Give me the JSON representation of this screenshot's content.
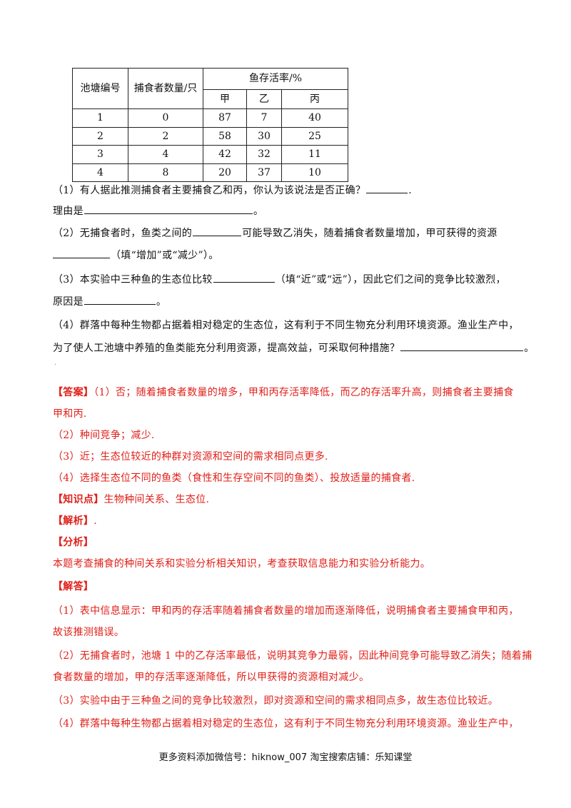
{
  "table": {
    "headers": {
      "pond": "池塘编号",
      "predators": "捕食者数量/只",
      "survival": "鱼存活率/%",
      "jia": "甲",
      "yi": "乙",
      "bing": "丙"
    },
    "rows": [
      [
        "1",
        "0",
        "87",
        "7",
        "40"
      ],
      [
        "2",
        "2",
        "58",
        "30",
        "25"
      ],
      [
        "3",
        "4",
        "42",
        "32",
        "11"
      ],
      [
        "4",
        "8",
        "20",
        "37",
        "10"
      ]
    ]
  },
  "questions": {
    "q1_a": "（1）有人据此推测捕食者主要捕食乙和丙，你认为该说法是否正确？",
    "q1_a_end": ".",
    "q1_b": "理由是",
    "q1_b_end": "。",
    "q2_a": "（2）无捕食者时，鱼类之间的",
    "q2_a_mid": "可能导致乙消失，随着捕食者数量增加，甲可获得的资源",
    "q2_b": "（填“增加”或“减少”）。",
    "q3_a": "（3）本实验中三种鱼的生态位比较",
    "q3_a_mid": "（填“近”或“远”），因此它们之间的竞争比较激烈，",
    "q3_b": "原因是",
    "q3_b_end": "。",
    "q4_a": "（4）群落中每种生物都占据着相对稳定的生态位，这有利于不同生物充分利用环境资源。渔业生产中，",
    "q4_b": "为了使人工池塘中养殖的鱼类能充分利用资源，提高效益，可采取何种措施？",
    "q4_b_end": "。",
    "dot": "."
  },
  "answer": {
    "label": "【答案】",
    "a1_a": "（1）否；随着捕食者数量的增多，甲和丙存活率降低，而乙的存活率升高，则捕食者主要捕食",
    "a1_b": "甲和丙.",
    "a2": "（2）种间竞争；减少.",
    "a3": "（3）近；生态位较近的种群对资源和空间的需求相同点更多.",
    "a4": "（4）选择生态位不同的鱼类（食性和生存空间不同的鱼类）、投放适量的捕食者."
  },
  "knowledge": {
    "label": "【知识点】",
    "text": "生物种间关系、生态位."
  },
  "analysis_label": "【解析】",
  "analysis_end": ".",
  "fenxi_label": "【分析】",
  "fenxi_text": "本题考查捕食的种间关系和实验分析相关知识，考查获取信息能力和实验分析能力。",
  "jieda_label": "【解答】",
  "jieda": {
    "j1_a": "（1）表中信息显示：甲和丙的存活率随着捕食者数量的增加而逐渐降低，说明捕食者主要捕食甲和丙，",
    "j1_b": "故该推测错误。",
    "j2_a": "（2）无捕食者时，池塘 1 中的乙存活率最低，说明其竞争力最弱，因此种间竞争可能导致乙消失；随着捕",
    "j2_b": "食者数量的增加，甲的存活率逐渐降低，所以甲获得的资源相对减少。",
    "j3": "（3）实验中由于三种鱼之间的竞争比较激烈，即对资源和空间的需求相同点多，故生态位比较近。",
    "j4": "（4）群落中每种生物都占据着相对稳定的生态位，这有利于不同生物充分利用环境资源。渔业生产中，"
  },
  "footer": "更多资料添加微信号：hiknow_007  淘宝搜索店铺：乐知课堂"
}
